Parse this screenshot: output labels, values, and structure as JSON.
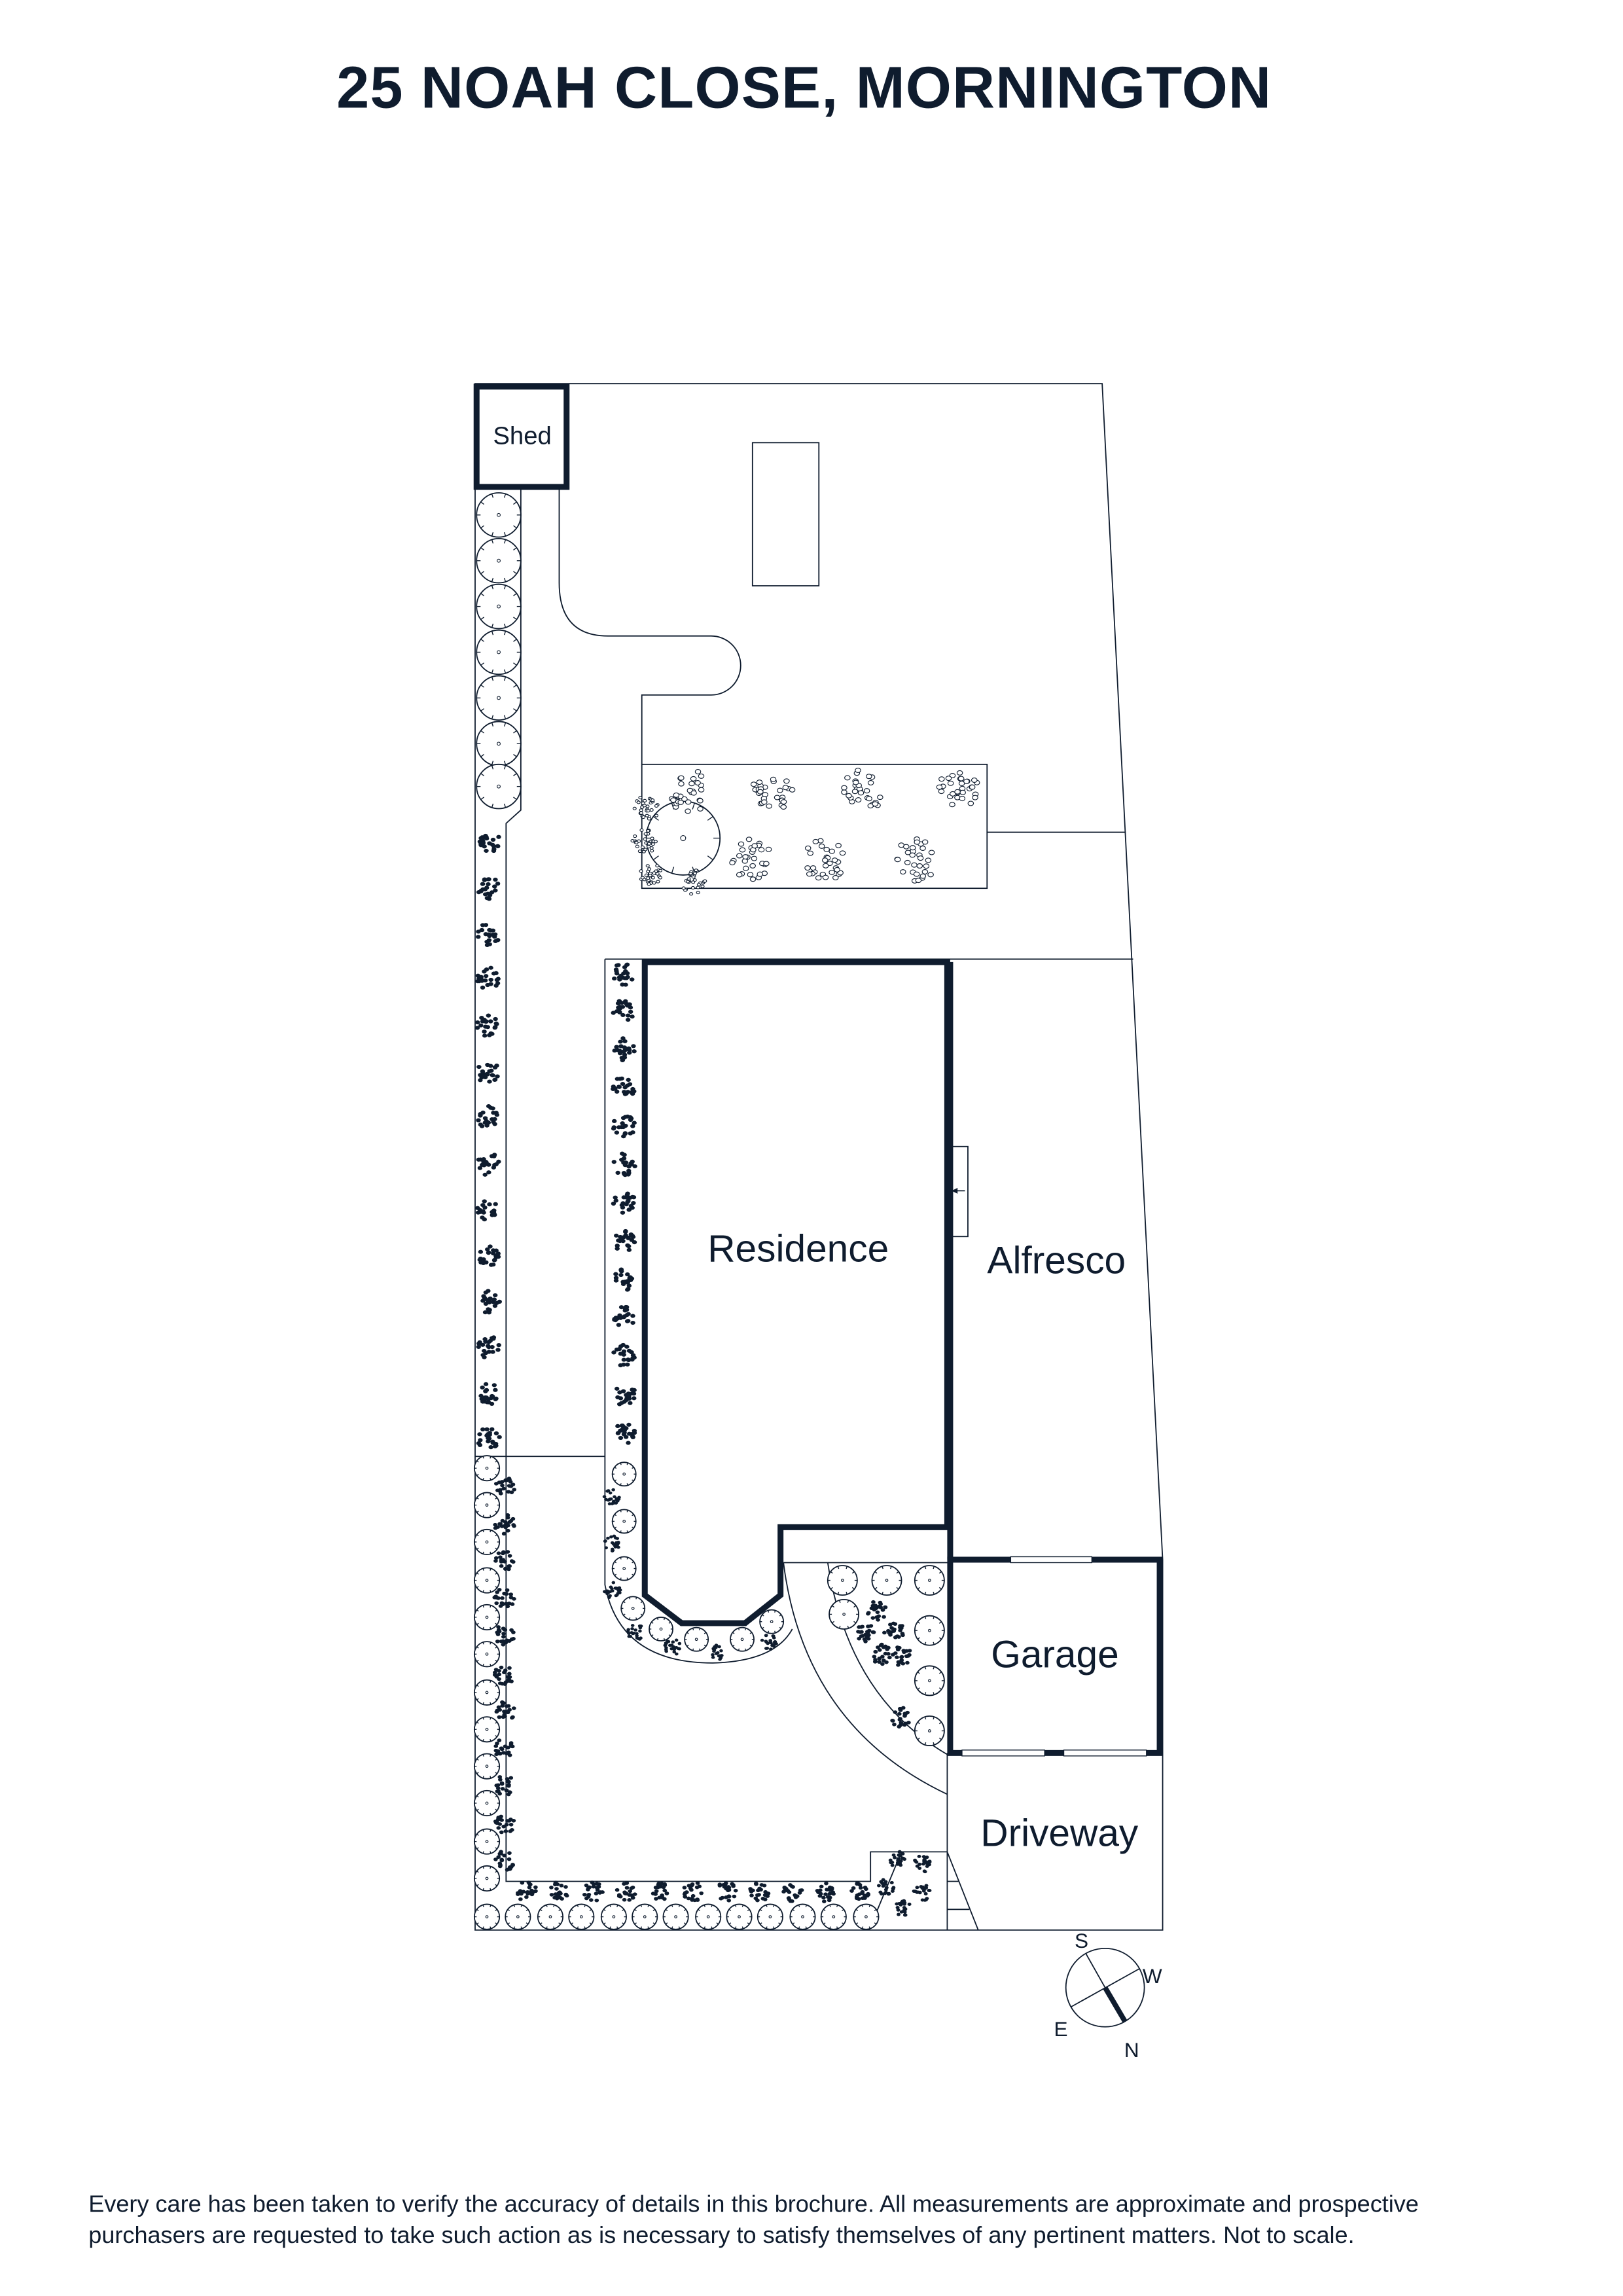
{
  "title": "25 NOAH CLOSE, MORNINGTON",
  "rooms": {
    "shed": "Shed",
    "residence": "Residence",
    "alfresco": "Alfresco",
    "garage": "Garage",
    "driveway": "Driveway"
  },
  "compass": {
    "s": "S",
    "w": "W",
    "e": "E",
    "n": "N"
  },
  "disclaimer": [
    "Every care has been taken to verify the accuracy of details in this brochure. All measurements are approximate and prospective",
    "purchasers are requested to take such action as is necessary to satisfy themselves of any pertinent matters. Not to scale."
  ],
  "colors": {
    "ink": "#0f1c2e",
    "background": "#ffffff"
  }
}
